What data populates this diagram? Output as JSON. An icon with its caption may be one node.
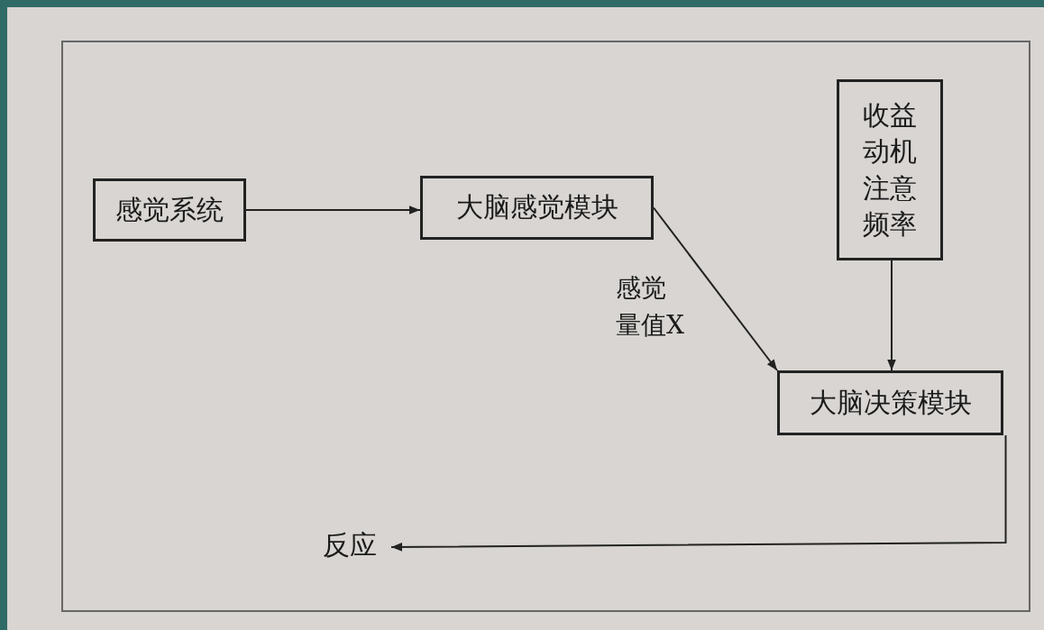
{
  "diagram": {
    "nodes": [
      {
        "text": [
          "感觉系统"
        ]
      },
      {
        "text": [
          "大脑感觉模块"
        ]
      },
      {
        "text": [
          "收益动机注意频率"
        ]
      },
      {
        "text": [
          "大脑决策模块"
        ]
      },
      {
        "text": [
          "反应"
        ]
      }
    ],
    "edges": [
      {
        "from": 0,
        "to": 1,
        "arrow": "to"
      },
      {
        "from": 1,
        "to": 3,
        "arrow": "to",
        "label": "感觉量值X"
      },
      {
        "from": 2,
        "to": 3,
        "arrow": "to"
      },
      {
        "from": 3,
        "to": 4,
        "arrow": "to"
      }
    ]
  }
}
